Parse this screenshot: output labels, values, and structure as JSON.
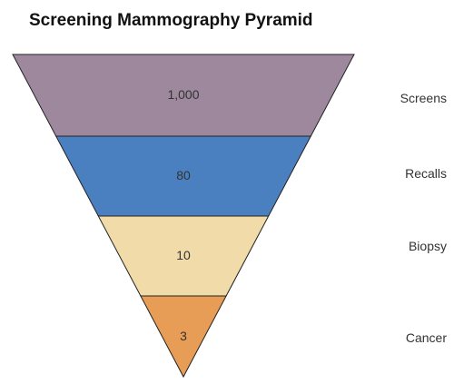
{
  "title": "Screening Mammography Pyramid",
  "tiers": [
    {
      "value": "1,000",
      "label": "Screens",
      "color": "#9e889e"
    },
    {
      "value": "80",
      "label": "Recalls",
      "color": "#4a80bf"
    },
    {
      "value": "10",
      "label": "Biopsy",
      "color": "#f1dba9"
    },
    {
      "value": "3",
      "label": "Cancer",
      "color": "#e89d56"
    }
  ],
  "outline_color": "#222222"
}
